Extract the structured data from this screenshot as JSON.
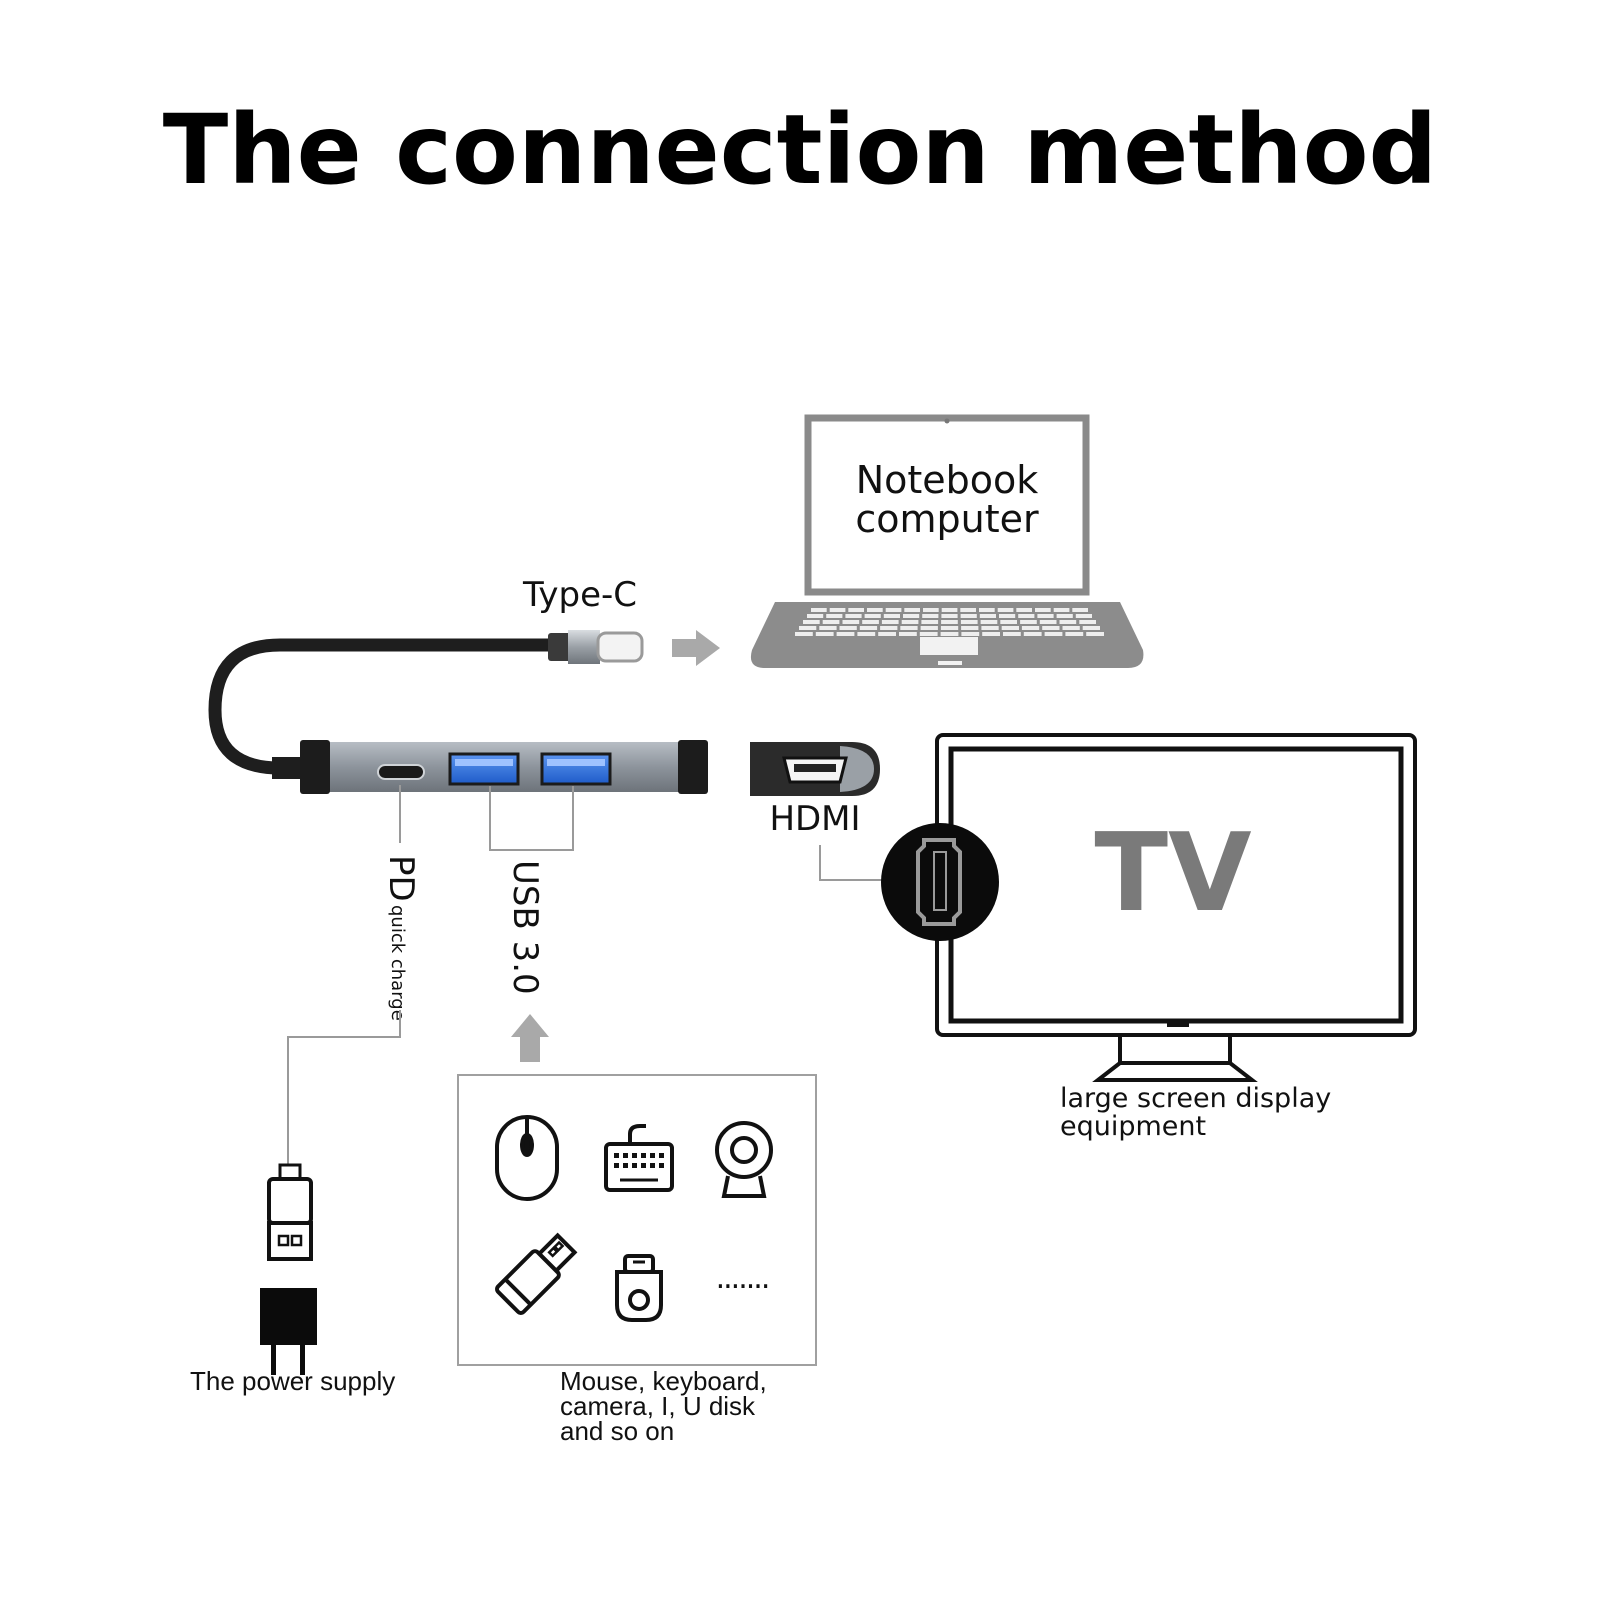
{
  "title": "The connection method",
  "laptop": {
    "line1": "Notebook",
    "line2": "computer"
  },
  "typec_label": "Type-C",
  "hdmi_label": "HDMI",
  "tv": {
    "screen_text": "TV",
    "caption_line1": "large screen display",
    "caption_line2": "equipment"
  },
  "pd": {
    "big": "PD",
    "small": "quick charge"
  },
  "usb_label": "USB 3.0",
  "power_caption": "The power supply",
  "devices": {
    "icons": [
      "mouse-icon",
      "keyboard-icon",
      "webcam-icon",
      "usb-drive-icon",
      "u-disk-icon",
      "more-dots-icon"
    ],
    "more": ".......",
    "caption_line1": "Mouse, keyboard,",
    "caption_line2": "camera, I, U disk",
    "caption_line3": "and so on"
  },
  "colors": {
    "usb_blue": "#2f6fe0",
    "hub_gray": "#8d949c",
    "arrow_gray": "#a9a9a9",
    "tv_text_gray": "#7a7a7a"
  }
}
